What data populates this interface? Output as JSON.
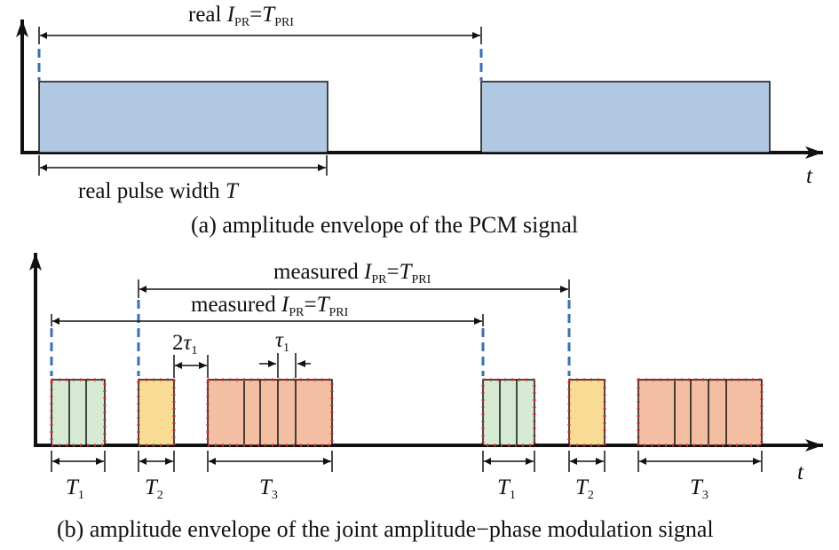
{
  "panel_a": {
    "period_label_prefix": "real ",
    "pulse_label": "real pulse width ",
    "pulse_symbol": "T",
    "axis_label": "t",
    "caption": "(a) amplitude envelope of the PCM signal"
  },
  "panel_b": {
    "period_label_prefix": "measured ",
    "axis_label": "t",
    "caption": "(b) amplitude envelope of the joint amplitude−phase modulation signal",
    "gap_label_coef": "2",
    "tau_symbol": "τ",
    "tau_sub": "1",
    "segment_labels": [
      {
        "sym": "T",
        "sub": "1"
      },
      {
        "sym": "T",
        "sub": "2"
      },
      {
        "sym": "T",
        "sub": "3"
      },
      {
        "sym": "T",
        "sub": "1"
      },
      {
        "sym": "T",
        "sub": "2"
      },
      {
        "sym": "T",
        "sub": "3"
      }
    ]
  },
  "formula": {
    "I": "I",
    "I_sub": "PR",
    "eq": "=",
    "T": "T",
    "T_sub": "PRI"
  },
  "colors": {
    "pcm_fill": "#b0c8e2",
    "t1_fill": "#d6e9d3",
    "t2_fill": "#f8dc93",
    "t3_fill": "#f3bea2",
    "dash_blue": "#3a6fb5",
    "dot_red": "#d0282c"
  }
}
